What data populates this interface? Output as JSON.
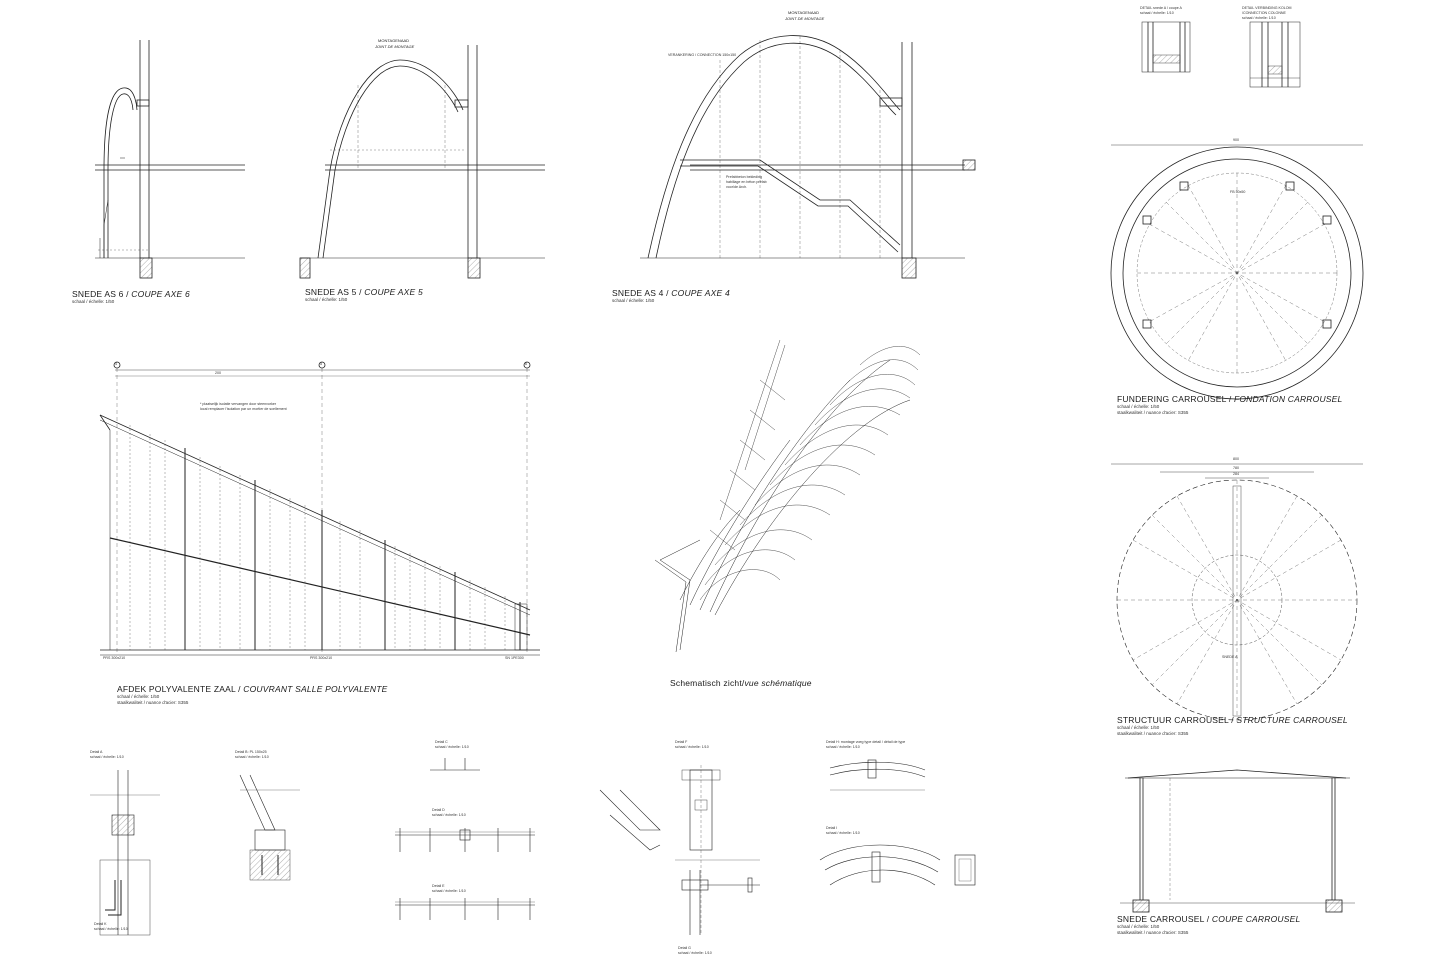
{
  "titles": {
    "snede_as6": {
      "nl": "SNEDE AS 6 /",
      "fr": "COUPE AXE 6",
      "scale": "schaal / échelle: 1/50"
    },
    "snede_as5": {
      "nl": "SNEDE AS 5 /",
      "fr": "COUPE AXE 5",
      "scale": "schaal / échelle: 1/50"
    },
    "snede_as4": {
      "nl": "SNEDE AS 4 /",
      "fr": "COUPE AXE 4",
      "scale": "schaal / échelle: 1/50"
    },
    "fundering": {
      "nl": "FUNDERING CARROUSEL /",
      "fr": "FONDATION CARROUSEL",
      "scale": "schaal / échelle: 1/50",
      "steel": "staalkwaliteit / nuance d'acier: S355"
    },
    "afdek": {
      "nl": "AFDEK POLYVALENTE ZAAL /",
      "fr": "COUVRANT SALLE POLYVALENTE",
      "scale": "schaal / échelle: 1/50",
      "steel": "staalkwaliteit / nuance d'acier: S355"
    },
    "schematisch": {
      "nl": "Schematisch zicht/",
      "fr": "vue schématique"
    },
    "structuur": {
      "nl": "STRUCTUUR CARROUSEL /",
      "fr": "STRUCTURE CARROUSEL",
      "scale": "schaal / échelle: 1/50",
      "steel": "staalkwaliteit / nuance d'acier: S355"
    },
    "snede_carrousel": {
      "nl": "SNEDE CARROUSEL /",
      "fr": "COUPE CARROUSEL",
      "scale": "schaal / échelle: 1/50",
      "steel": "staalkwaliteit / nuance d'acier: S355"
    }
  },
  "details": {
    "a": {
      "title": "Detail A",
      "scale": "schaal / échelle: 1/10"
    },
    "b": {
      "title": "Detail B: PL 150x25",
      "scale": "schaal / échelle: 1/10"
    },
    "c": {
      "title": "Detail C",
      "scale": "schaal / échelle: 1/10"
    },
    "d": {
      "title": "Detail D",
      "scale": "schaal / échelle: 1/10"
    },
    "e": {
      "title": "Detail E",
      "scale": "schaal / échelle: 1/10"
    },
    "f": {
      "title": "Detail F",
      "scale": "schaal / échelle: 1/10"
    },
    "g": {
      "title": "Detail G",
      "scale": "schaal / échelle: 1/10"
    },
    "h": {
      "title": "Detail H: montage voeg type detail / détail de type",
      "scale": "schaal / échelle: 1/10"
    },
    "i": {
      "title": "Detail I",
      "scale": "schaal / échelle: 1/10"
    },
    "k": {
      "title": "Detail K",
      "scale": "schaal / échelle: 1/10"
    },
    "snede_a": {
      "title": "DETAIL snede A / coupe A",
      "scale": "schaal / échelle: 1/10"
    },
    "verbinding": {
      "title": "DETAIL VERBINDING KOLOM",
      "sub": "/CONNECTION COLONNE",
      "scale": "schaal / échelle: 1/10"
    }
  },
  "labels": {
    "montagenaad_nl": "MONTAGENAAD",
    "montagenaad_fr": "JOINT DE MONTAGE",
    "verankering": "VERANKERING / CONNECTION 150x150",
    "prefab": "Prefabbeton bekleding",
    "prefab2": "habillage en béton préfab",
    "prefab3": "voor/de Arch.",
    "footnote1": "* plaatselijk isolatie vervangen door steenvorker",
    "footnote2": "local remplacer l'isolation par un mortier de scellement",
    "fb_label": "FB 50x50",
    "prs_a": "PRS 300x210",
    "prs_b": "PRS 300x210",
    "prs_c": "SN 1PE300",
    "sn_label": "SNEDE A",
    "dim_900": "900",
    "dim_200": "200",
    "dim_800": "800",
    "dim_780": "780",
    "dim_284": "284",
    "axis_4": "4",
    "axis_5": "5",
    "axis_6": "6"
  }
}
